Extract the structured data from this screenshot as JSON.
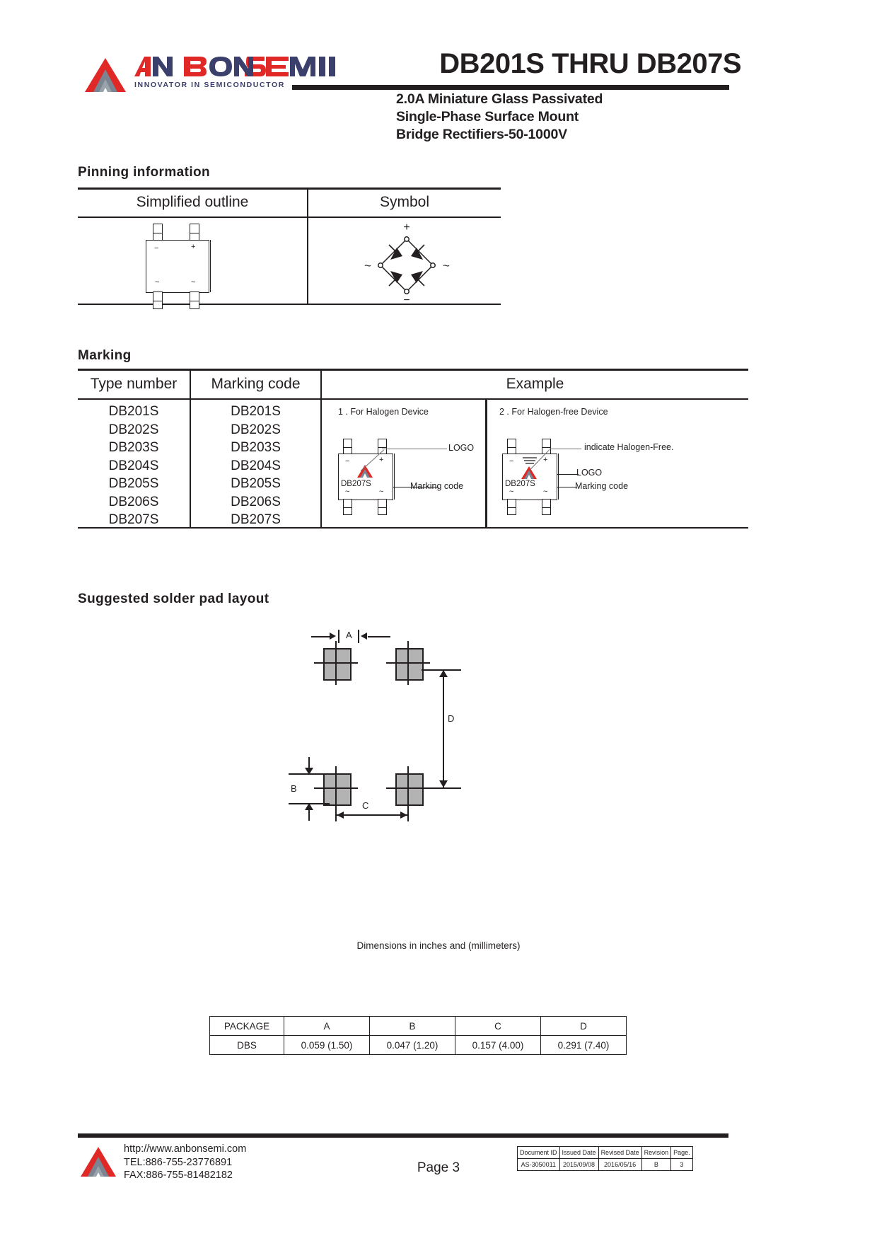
{
  "header": {
    "company": "ANBONSEMI",
    "tagline": "INNOVATOR IN SEMICONDUCTOR",
    "title": "DB201S THRU DB207S",
    "subtitle_line1": "2.0A Miniature Glass Passivated",
    "subtitle_line2": "Single-Phase Surface Mount",
    "subtitle_line3": "Bridge Rectifiers-50-1000V"
  },
  "pinning": {
    "heading": "Pinning information",
    "col1": "Simplified outline",
    "col2": "Symbol",
    "outline_marks": {
      "minus": "−",
      "plus": "+",
      "ac1": "~",
      "ac2": "~"
    },
    "symbol_marks": {
      "top": "+",
      "bottom": "−",
      "left": "~",
      "right": "~"
    }
  },
  "marking": {
    "heading": "Marking",
    "columns": [
      "Type number",
      "Marking code",
      "Example"
    ],
    "rows": [
      {
        "type": "DB201S",
        "code": "DB201S"
      },
      {
        "type": "DB202S",
        "code": "DB202S"
      },
      {
        "type": "DB203S",
        "code": "DB203S"
      },
      {
        "type": "DB204S",
        "code": "DB204S"
      },
      {
        "type": "DB205S",
        "code": "DB205S"
      },
      {
        "type": "DB206S",
        "code": "DB206S"
      },
      {
        "type": "DB207S",
        "code": "DB207S"
      }
    ],
    "example1": {
      "caption": "1 . For Halogen Device",
      "logo_label": "LOGO",
      "marking_label": "Marking code",
      "part_text": "DB207S",
      "minus": "−",
      "plus": "+",
      "ac1": "~",
      "ac2": "~"
    },
    "example2": {
      "caption": "2 . For Halogen-free Device",
      "halogen_label": "indicate Halogen-Free.",
      "logo_label": "LOGO",
      "marking_label": "Marking code",
      "part_text": "DB207S",
      "minus": "−",
      "plus": "+",
      "ac1": "~",
      "ac2": "~"
    }
  },
  "solder": {
    "heading": "Suggested solder pad layout",
    "dim_a": "A",
    "dim_b": "B",
    "dim_c": "C",
    "dim_d": "D",
    "note": "Dimensions in inches and (millimeters)",
    "table": {
      "headers": [
        "PACKAGE",
        "A",
        "B",
        "C",
        "D"
      ],
      "rows": [
        [
          "DBS",
          "0.059 (1.50)",
          "0.047 (1.20)",
          "0.157 (4.00)",
          "0.291 (7.40)"
        ]
      ]
    }
  },
  "footer": {
    "website": "http://www.anbonsemi.com",
    "tel": "TEL:886-755-23776891",
    "fax": "FAX:886-755-81482182",
    "page": "Page 3",
    "table_headers": [
      "Document ID",
      "Issued Date",
      "Revised Date",
      "Revision",
      "Page."
    ],
    "table_values": [
      "AS-3050011",
      "2015/09/08",
      "2016/05/16",
      "B",
      "3"
    ]
  },
  "colors": {
    "brand_red": "#E02826",
    "brand_navy": "#3B3F6B",
    "ink": "#231F20",
    "pad_fill": "#B3B3B3"
  }
}
